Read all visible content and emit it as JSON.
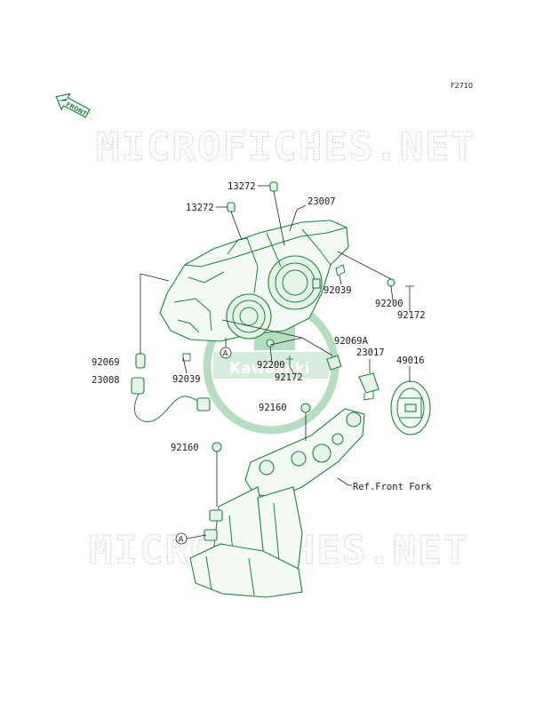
{
  "figure_code": "F2710",
  "front_arrow_label": "FRONT",
  "watermark_text": "MICROFICHES.NET",
  "logo_text": "Kawasaki",
  "reference_note": "Ref.Front Fork",
  "ref_marker": "A",
  "part_labels": {
    "p13272_top": "13272",
    "p13272_left": "13272",
    "p23007": "23007",
    "p92039_right": "92039",
    "p92200_right": "92200",
    "p92172_right": "92172",
    "p92069A": "92069A",
    "p92069": "92069",
    "p23008": "23008",
    "p92039_left": "92039",
    "p92200_mid": "92200",
    "p92172_mid": "92172",
    "p23017": "23017",
    "p49016": "49016",
    "p92160_right": "92160",
    "p92160_left": "92160"
  },
  "colors": {
    "line": "#18863a",
    "text": "#1b1b1b",
    "watermark": "#bdbdbd"
  }
}
